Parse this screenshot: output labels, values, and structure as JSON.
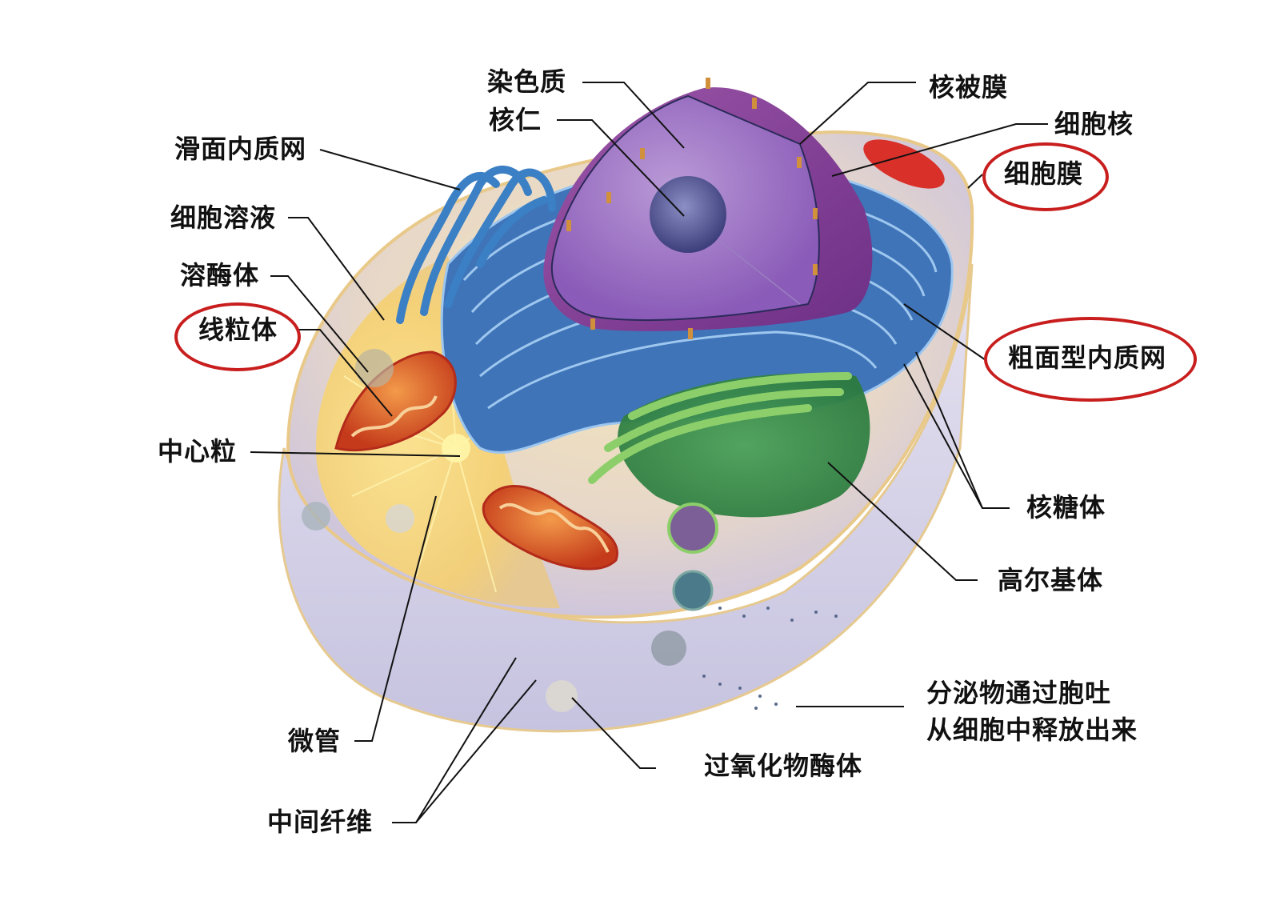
{
  "diagram": {
    "subject": "animal cell structure",
    "highlight_color": "#c81e1e",
    "labels": {
      "chromatin": "染色质",
      "nucleolus": "核仁",
      "smooth_er": "滑面内质网",
      "cytosol": "细胞溶液",
      "lysosome": "溶酶体",
      "mitochondrion": "线粒体",
      "centriole": "中心粒",
      "microtubule": "微管",
      "intermediate_filament": "中间纤维",
      "nuclear_envelope": "核被膜",
      "nucleus": "细胞核",
      "cell_membrane": "细胞膜",
      "rough_er": "粗面型内质网",
      "ribosome": "核糖体",
      "golgi": "高尔基体",
      "secretion_line1": "分泌物通过胞吐",
      "secretion_line2": "从细胞中释放出来",
      "peroxisome": "过氧化物酶体"
    },
    "circled_labels": [
      "线粒体",
      "细胞膜",
      "粗面型内质网"
    ]
  }
}
